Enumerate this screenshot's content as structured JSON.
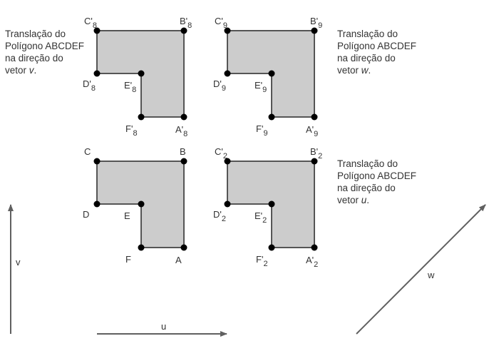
{
  "colors": {
    "fill": "#cccccc",
    "stroke": "#555555",
    "point": "#000000",
    "vector": "#606060"
  },
  "captions": [
    {
      "lines": [
        "Translação do",
        "Polígono ABCDEF",
        "na direção do",
        "vetor "
      ],
      "vec": "v",
      "end": "."
    },
    {
      "lines": [
        "Translação do",
        "Polígono ABCDEF",
        "na direção do",
        "vetor "
      ],
      "vec": "w",
      "end": "."
    },
    {
      "lines": [
        "Translação do",
        "Polígono ABCDEF",
        "na direção do",
        "vetor "
      ],
      "vec": "u",
      "end": "."
    }
  ],
  "polygons": [
    {
      "name": "original",
      "points": [
        {
          "l": "A",
          "s": ""
        },
        {
          "l": "B",
          "s": ""
        },
        {
          "l": "C",
          "s": ""
        },
        {
          "l": "D",
          "s": ""
        },
        {
          "l": "E",
          "s": ""
        },
        {
          "l": "F",
          "s": ""
        }
      ]
    },
    {
      "name": "translated-v",
      "points": [
        {
          "l": "A'",
          "s": "8"
        },
        {
          "l": "B'",
          "s": "8"
        },
        {
          "l": "C'",
          "s": "8"
        },
        {
          "l": "D'",
          "s": "8"
        },
        {
          "l": "E'",
          "s": "8"
        },
        {
          "l": "F'",
          "s": "8"
        }
      ]
    },
    {
      "name": "translated-w",
      "points": [
        {
          "l": "A'",
          "s": "9"
        },
        {
          "l": "B'",
          "s": "9"
        },
        {
          "l": "C'",
          "s": "9"
        },
        {
          "l": "D'",
          "s": "9"
        },
        {
          "l": "E'",
          "s": "9"
        },
        {
          "l": "F'",
          "s": "9"
        }
      ]
    },
    {
      "name": "translated-u",
      "points": [
        {
          "l": "A'",
          "s": "2"
        },
        {
          "l": "B'",
          "s": "2"
        },
        {
          "l": "C'",
          "s": "2"
        },
        {
          "l": "D'",
          "s": "2"
        },
        {
          "l": "E'",
          "s": "2"
        },
        {
          "l": "F'",
          "s": "2"
        }
      ]
    }
  ],
  "vectors": {
    "u": "u",
    "v": "v",
    "w": "w"
  }
}
